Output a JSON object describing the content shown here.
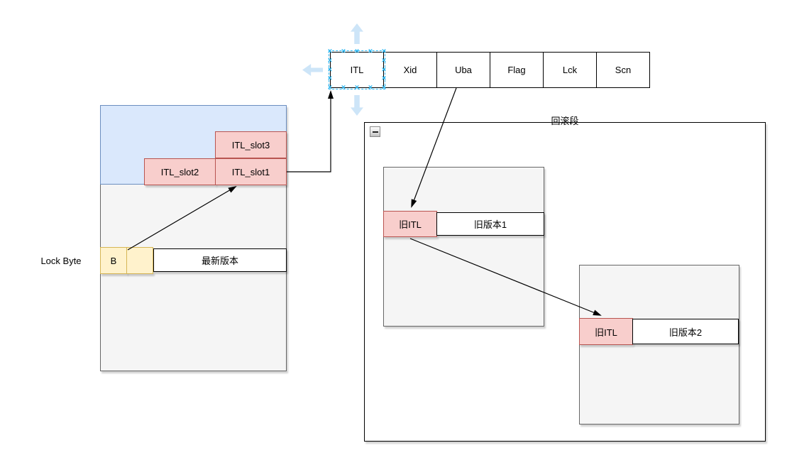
{
  "itl_entry_row": {
    "cells": [
      "ITL",
      "Xid",
      "Uba",
      "Flag",
      "Lck",
      "Scn"
    ]
  },
  "data_block": {
    "itl_slots": [
      "ITL_slot3",
      "ITL_slot2",
      "ITL_slot1"
    ],
    "lock_byte_label": "Lock Byte",
    "lock_byte_cell": "B",
    "latest_version_label": "最新版本"
  },
  "rollback_segment": {
    "title": "回滚段",
    "collapse_glyph": "−",
    "undo_block_1": {
      "old_itl": "旧ITL",
      "old_version": "旧版本1"
    },
    "undo_block_2": {
      "old_itl": "旧ITL",
      "old_version": "旧版本2"
    }
  },
  "colors": {
    "itl_slot_fill": "#f8cecc",
    "itl_slot_stroke": "#b85450",
    "lock_byte_fill": "#fff2cc",
    "lock_byte_stroke": "#d6b656",
    "block_header_fill": "#dae8fc",
    "block_body_fill": "#f5f5f5",
    "block_body_stroke": "#666666",
    "selection_handle_blue": "#29b6f2",
    "direction_arrow_blue": "#cde5f8",
    "edge_color": "#000000"
  }
}
